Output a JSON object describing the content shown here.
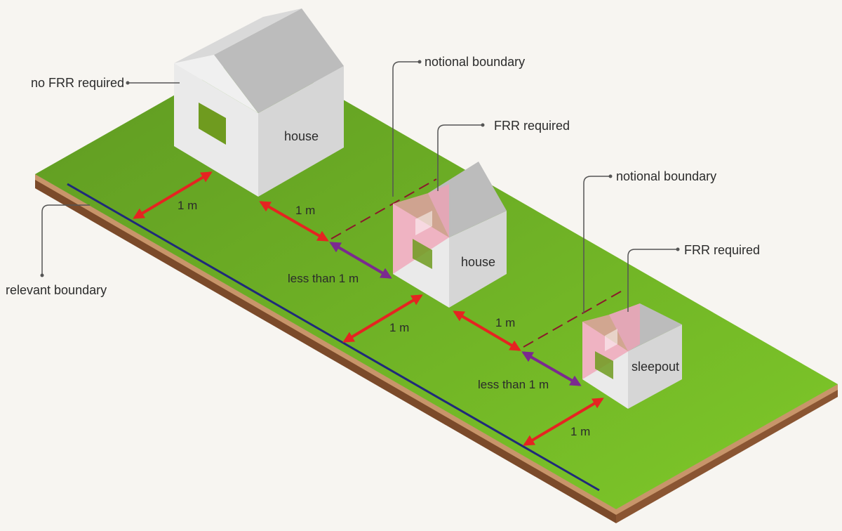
{
  "labels": {
    "no_frr": "no FRR required",
    "notional_1": "notional boundary",
    "frr_1": "FRR required",
    "notional_2": "notional boundary",
    "frr_2": "FRR required",
    "relevant": "relevant boundary"
  },
  "buildings": {
    "house_1": "house",
    "house_2": "house",
    "sleepout": "sleepout"
  },
  "dimensions": {
    "d1": "1 m",
    "d2": "1 m",
    "d3": "less than 1 m",
    "d4": "1 m",
    "d5": "1 m",
    "d6": "less than 1 m",
    "d7": "1 m"
  },
  "colors": {
    "background": "#f7f5f1",
    "grass_light": "#7ec829",
    "grass_dark": "#5f9a22",
    "soil": "#7b4a2a",
    "soil_top": "#c8956a",
    "relevant_boundary": "#1f2a7a",
    "notional_boundary": "#8a1a2a",
    "arrow_1m": "#e52421",
    "arrow_less_than_1m": "#7b2a8f",
    "frr_wall": "#f0a0b4",
    "wall_light": "#eaeaea",
    "wall_shade": "#d6d6d6",
    "roof": "#bcbcbc",
    "window": "#6f9b1f"
  }
}
